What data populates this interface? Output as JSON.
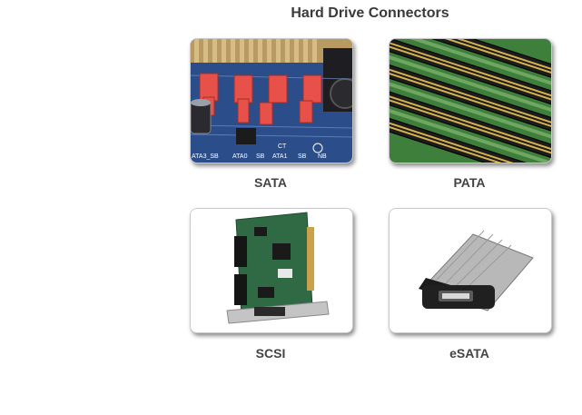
{
  "page": {
    "title": "Hard Drive Connectors"
  },
  "connectors": [
    {
      "label": "SATA",
      "image": "sata-motherboard-ports",
      "board_text": [
        "ATA3_SB",
        "ATA0",
        "SB",
        "ATA1",
        "SB",
        "NB",
        "CT"
      ]
    },
    {
      "label": "PATA",
      "image": "pata-ide-pin-headers"
    },
    {
      "label": "SCSI",
      "image": "scsi-pci-adapter-card"
    },
    {
      "label": "eSATA",
      "image": "esata-expresscard-adapter"
    }
  ],
  "colors": {
    "title": "#3a3a3a",
    "label": "#444444",
    "sata_port": "#e8514a",
    "pcb_blue": "#2e4f8f",
    "pcb_green": "#3f7f3c"
  }
}
